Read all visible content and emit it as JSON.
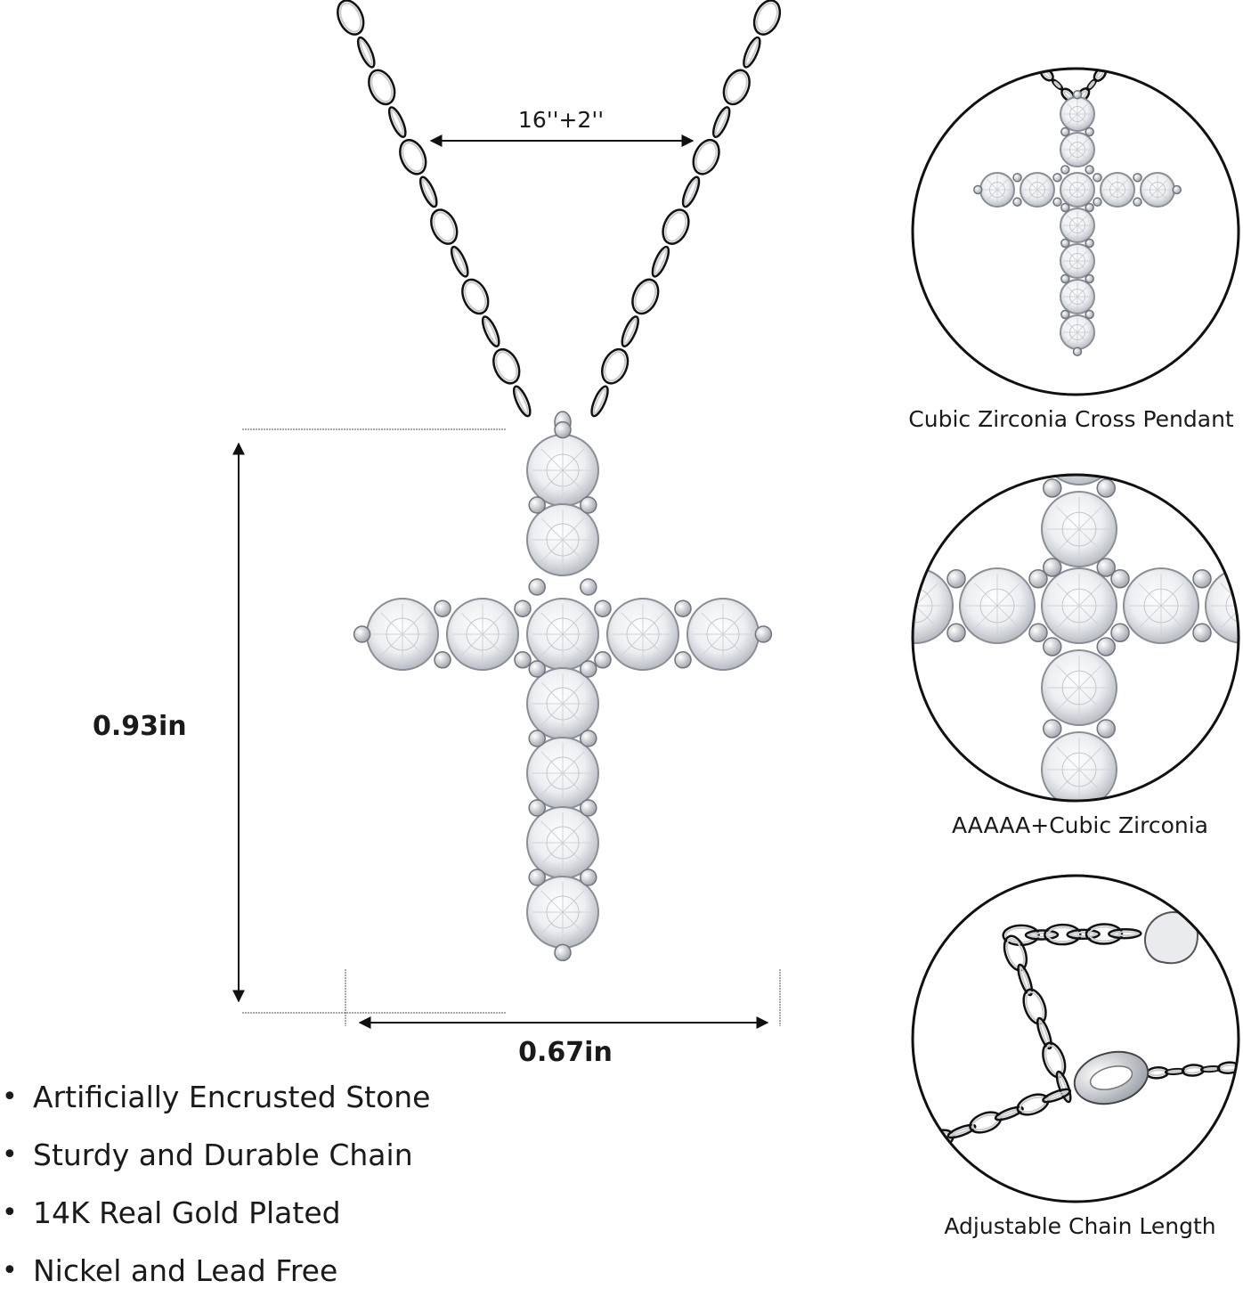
{
  "product": {
    "chain_length": "16''+2''",
    "height": "0.93in",
    "width": "0.67in"
  },
  "panels": [
    {
      "caption": "Cubic Zirconia Cross Pendant",
      "image": "cross-pendant-closeup"
    },
    {
      "caption": "AAAAA+Cubic Zirconia",
      "image": "zirconia-stones-closeup"
    },
    {
      "caption": "Adjustable Chain Length",
      "image": "chain-clasp-closeup"
    }
  ],
  "features": [
    "Artificially Encrusted Stone",
    "Sturdy and Durable Chain",
    "14K Real Gold Plated",
    "Nickel and Lead Free"
  ],
  "colors": {
    "metal": "#c9ccd1",
    "stone": "#f2f3f5",
    "outline": "#111111"
  }
}
